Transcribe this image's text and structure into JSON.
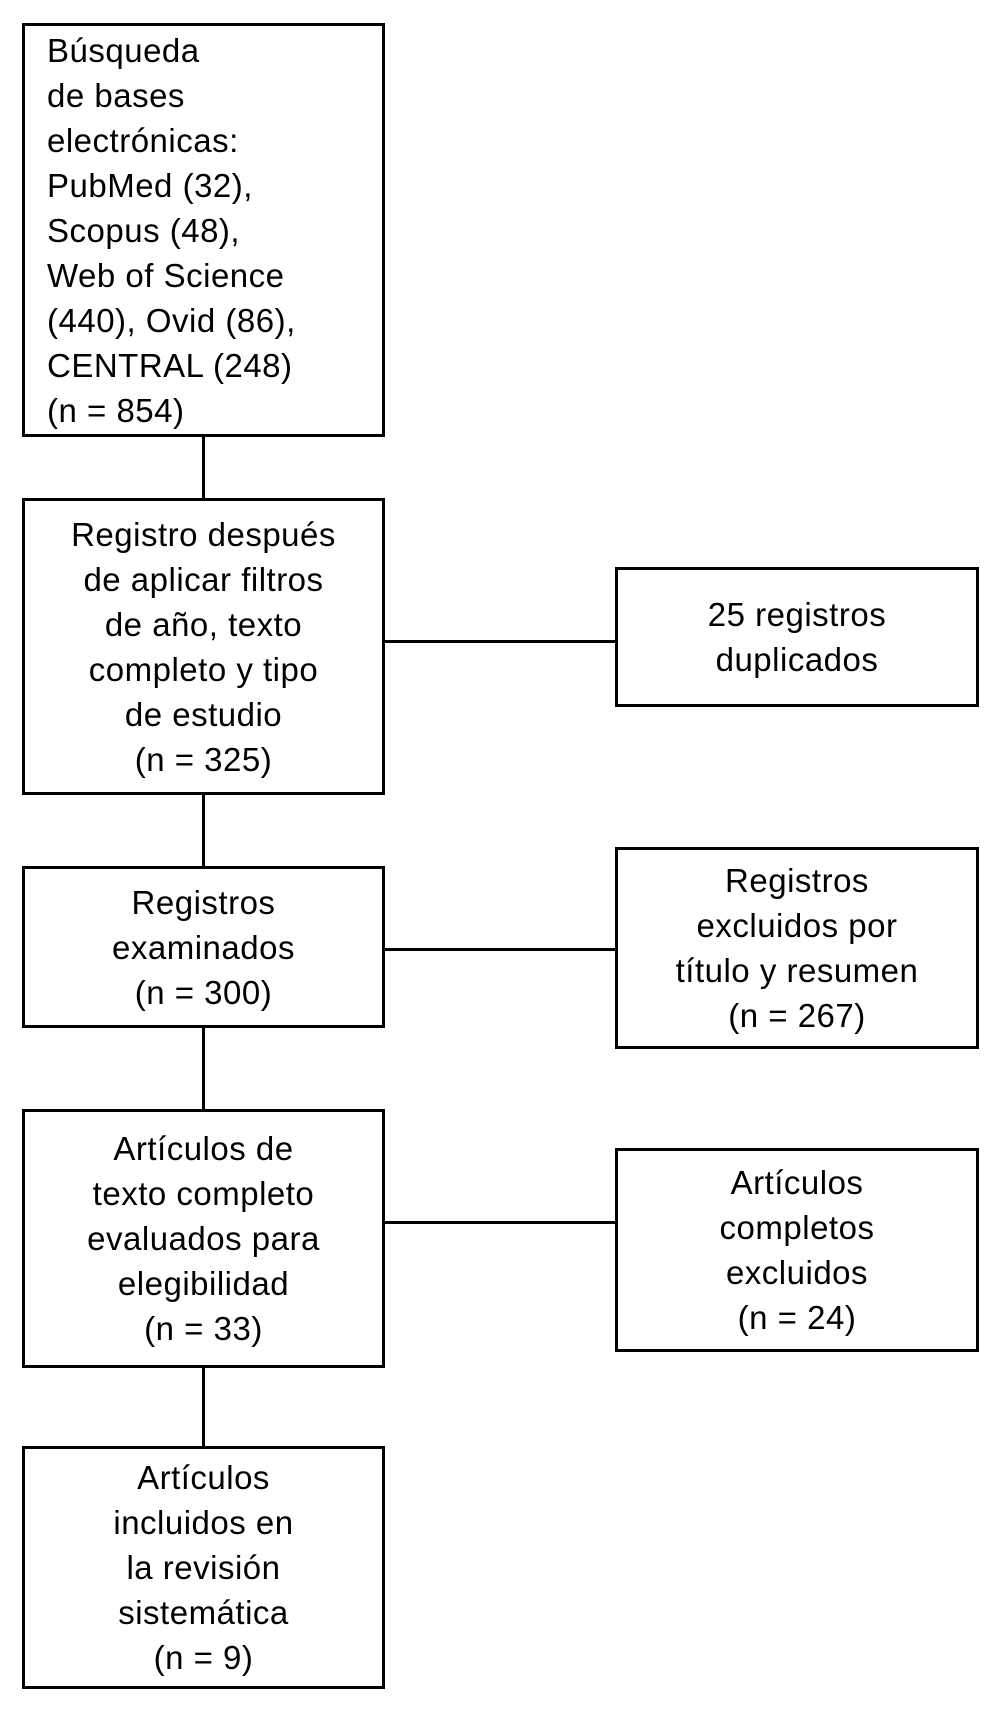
{
  "diagram": {
    "title": "prisma-flow-diagram",
    "background_color": "#ffffff",
    "line_color": "#000000",
    "text_color": "#000000",
    "boxes": {
      "search": {
        "lines": [
          "Búsqueda",
          "de bases",
          "electrónicas:",
          "PubMed (32),",
          "Scopus (48),",
          "Web of Science",
          "(440), Ovid (86),",
          "CENTRAL (248)",
          "(n = 854)"
        ],
        "n": 854,
        "sources": [
          {
            "name": "PubMed",
            "count": 32
          },
          {
            "name": "Scopus",
            "count": 48
          },
          {
            "name": "Web of Science",
            "count": 440
          },
          {
            "name": "Ovid",
            "count": 86
          },
          {
            "name": "CENTRAL",
            "count": 248
          }
        ]
      },
      "filtered": {
        "lines": [
          "Registro después",
          "de aplicar filtros",
          "de año, texto",
          "completo y tipo",
          "de estudio",
          "(n = 325)"
        ],
        "n": 325
      },
      "screened": {
        "lines": [
          "Registros",
          "examinados",
          "(n = 300)"
        ],
        "n": 300
      },
      "fulltext": {
        "lines": [
          "Artículos de",
          "texto completo",
          "evaluados para",
          "elegibilidad",
          "(n = 33)"
        ],
        "n": 33
      },
      "included": {
        "lines": [
          "Artículos",
          "incluidos en",
          "la revisión",
          "sistemática",
          "(n = 9)"
        ],
        "n": 9
      },
      "duplicates": {
        "lines": [
          "25 registros",
          "duplicados"
        ],
        "n": 25
      },
      "excluded_title": {
        "lines": [
          "Registros",
          "excluidos por",
          "título y resumen",
          "(n = 267)"
        ],
        "n": 267
      },
      "excluded_fulltext": {
        "lines": [
          "Artículos",
          "completos",
          "excluidos",
          "(n = 24)"
        ],
        "n": 24
      }
    }
  }
}
